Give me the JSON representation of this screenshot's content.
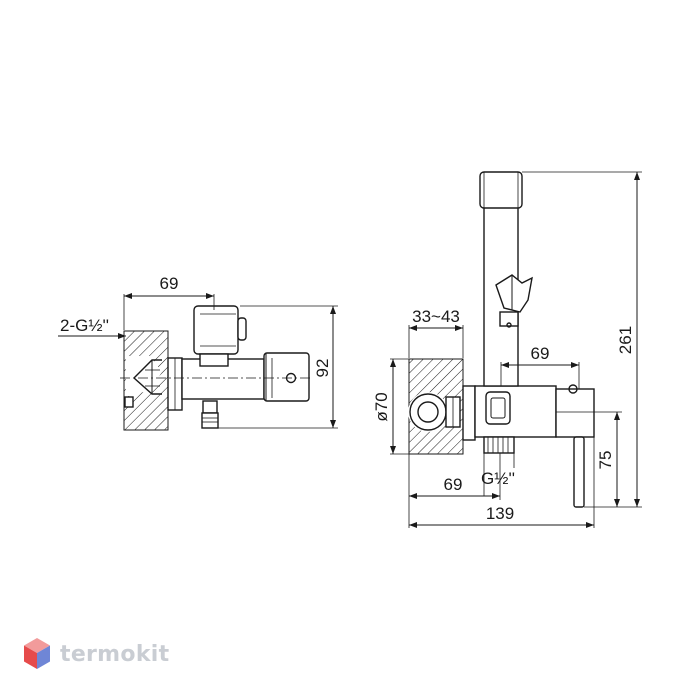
{
  "side_view": {
    "width_label": "69",
    "thread_label": "2-G½''",
    "height_label": "92"
  },
  "front_view": {
    "wall_depth_label": "33~43",
    "outlet_spacing_label": "69",
    "total_height_label": "261",
    "diameter_label": "ø70",
    "outlet_height_label": "75",
    "thread_label": "G½''",
    "bottom_offset_label": "69",
    "total_width_label": "139"
  },
  "brand": {
    "name": "termokit",
    "colors": [
      "#e64b4b",
      "#f29b9b",
      "#a7b5e8",
      "#6f86d6"
    ]
  }
}
